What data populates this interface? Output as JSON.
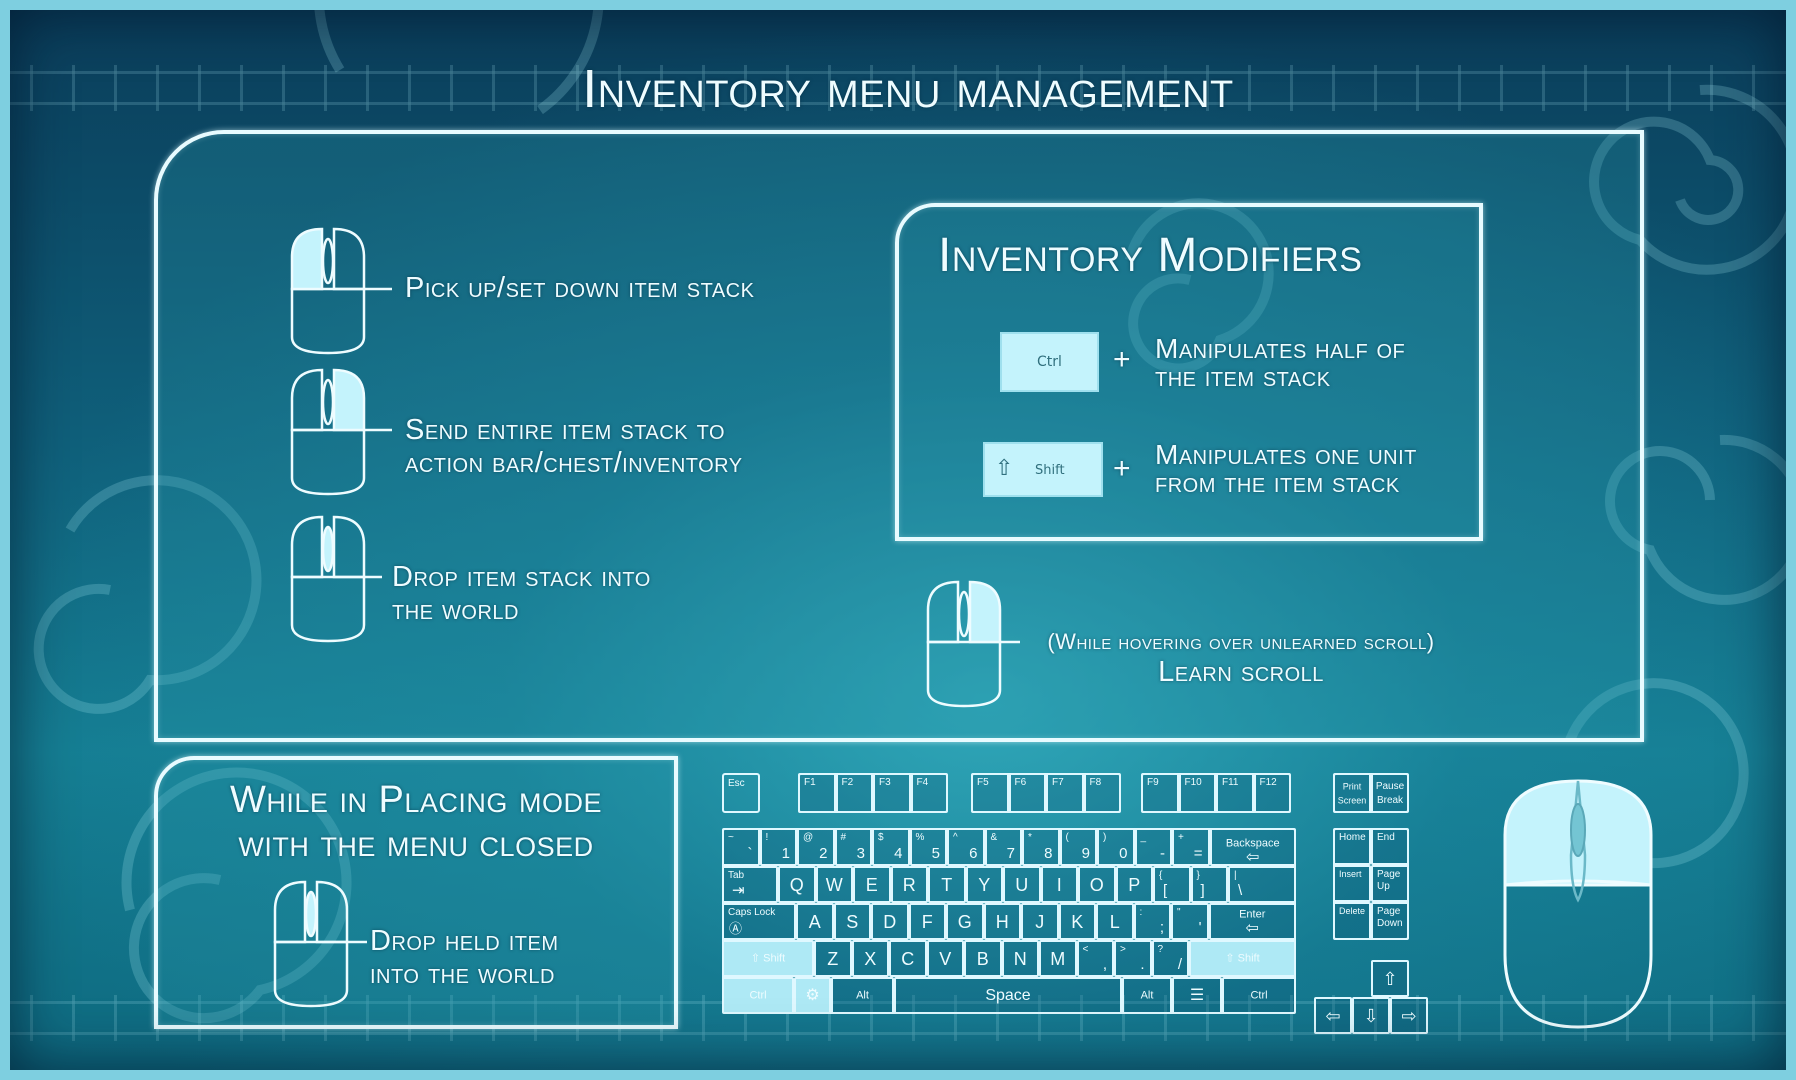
{
  "title": "Inventory menu management",
  "mouse_actions": [
    {
      "text": "Pick up/set down item stack",
      "button": "left"
    },
    {
      "text": "Send entire item stack to action bar/chest/inventory",
      "button": "right"
    },
    {
      "text": "Drop item stack into the world",
      "button": "middle"
    }
  ],
  "modifiers": {
    "title": "Inventory Modifiers",
    "items": [
      {
        "key": "Ctrl",
        "plus": "+",
        "line1": "Manipulates half of",
        "line2": "the item stack"
      },
      {
        "key": "Shift",
        "plus": "+",
        "line1": "Manipulates one unit",
        "line2": "from the item stack"
      }
    ]
  },
  "scroll_hint": {
    "condition": "(While hovering over unlearned scroll)",
    "action": "Learn scroll"
  },
  "placing_mode": {
    "title_line1": "While in Placing mode",
    "title_line2": "with the menu closed",
    "line1": "Drop held item",
    "line2": "into the world"
  },
  "keyboard": {
    "esc": "Esc",
    "f": [
      "F1",
      "F2",
      "F3",
      "F4",
      "F5",
      "F6",
      "F7",
      "F8",
      "F9",
      "F10",
      "F11",
      "F12"
    ],
    "num_top": [
      "~",
      "!",
      "@",
      "#",
      "$",
      "%",
      "^",
      "&",
      "*",
      "(",
      ")",
      "_",
      "+"
    ],
    "num_bot": [
      "`",
      "1",
      "2",
      "3",
      "4",
      "5",
      "6",
      "7",
      "8",
      "9",
      "0",
      "-",
      "="
    ],
    "backspace": "Backspace",
    "tab": "Tab",
    "row_q": [
      "Q",
      "W",
      "E",
      "R",
      "T",
      "Y",
      "U",
      "I",
      "O",
      "P"
    ],
    "bracket_top": [
      "{",
      "}",
      "|"
    ],
    "bracket_bot": [
      "[",
      "]",
      "\\"
    ],
    "caps": "Caps Lock",
    "row_a": [
      "A",
      "S",
      "D",
      "F",
      "G",
      "H",
      "J",
      "K",
      "L"
    ],
    "semi_top": [
      ":",
      "\""
    ],
    "semi_bot": [
      ";",
      "'"
    ],
    "enter": "Enter",
    "shift": "Shift",
    "row_z": [
      "Z",
      "X",
      "C",
      "V",
      "B",
      "N",
      "M"
    ],
    "comma_top": [
      "<",
      ">",
      "?"
    ],
    "comma_bot": [
      ",",
      ".",
      "/"
    ],
    "ctrl": "Ctrl",
    "alt": "Alt",
    "space": "Space",
    "nav": {
      "print_l1": "Print",
      "print_l2": "Screen",
      "pause_l1": "Pause",
      "pause_l2": "Break",
      "home": "Home",
      "end": "End",
      "insert": "Insert",
      "pageup_l1": "Page",
      "pageup_l2": "Up",
      "delete": "Delete",
      "pagedown_l1": "Page",
      "pagedown_l2": "Down"
    }
  },
  "colors": {
    "accent": "#c4f3fc",
    "frame": "#7ecfe0",
    "line": "#e8fbff"
  }
}
